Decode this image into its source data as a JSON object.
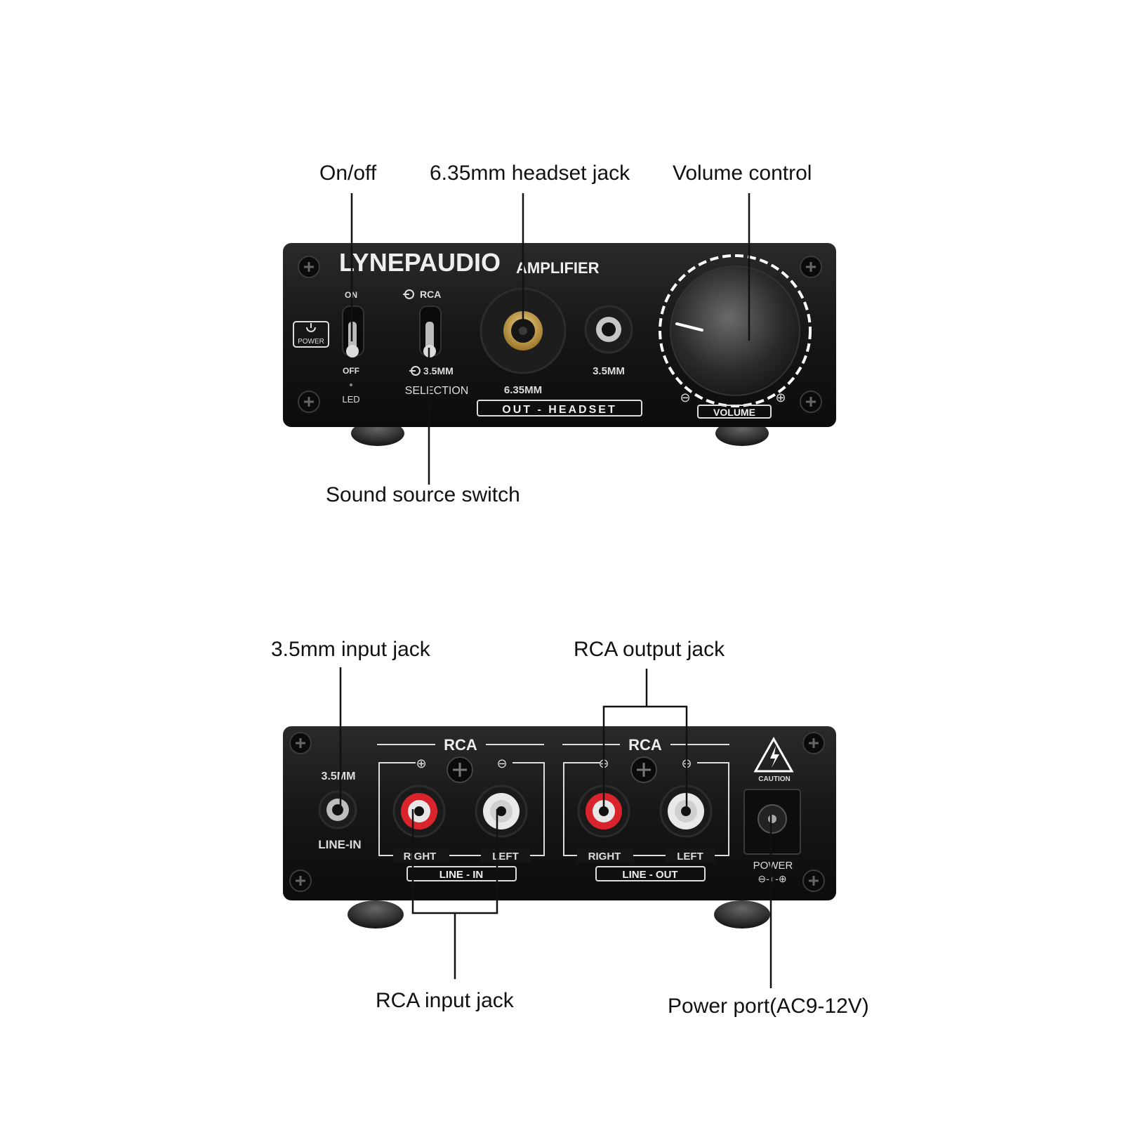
{
  "callouts": {
    "on_off": "On/off",
    "headset_jack": "6.35mm headset jack",
    "volume_control": "Volume control",
    "sound_source_switch": "Sound source switch",
    "input_35_jack": "3.5mm input jack",
    "rca_output_jack": "RCA output jack",
    "rca_input_jack": "RCA input jack",
    "power_port": "Power port(AC9-12V)"
  },
  "front_panel": {
    "brand": "LYNEPAUDIO",
    "model": "AMPLIFIER",
    "power_button": "POWER",
    "switch_on": "ON",
    "switch_off": "OFF",
    "led": "LED",
    "source_rca": "RCA",
    "source_35": "3.5MM",
    "selection": "SELECTION",
    "jack_635_label": "6.35MM",
    "jack_35_label": "3.5MM",
    "out_headset": "OUT - HEADSET",
    "volume": "VOLUME",
    "vol_minus": "⊖",
    "vol_plus": "⊕"
  },
  "back_panel": {
    "input_35_label": "3.5MM",
    "line_in_label": "LINE-IN",
    "rca_in_title": "RCA",
    "rca_out_title": "RCA",
    "right_in": "RIGHT",
    "left_in": "LEFT",
    "right_out": "RIGHT",
    "left_out": "LEFT",
    "line_in_box": "LINE - IN",
    "line_out_box": "LINE - OUT",
    "caution": "CAUTION",
    "power": "POWER",
    "polarity": "⊖-◐-⊕"
  },
  "colors": {
    "chassis": "#161616",
    "rca_red": "#d8242a",
    "rca_white": "#e9e9e9",
    "gold": "#c9a24a",
    "silk": "#e6e6e6"
  }
}
